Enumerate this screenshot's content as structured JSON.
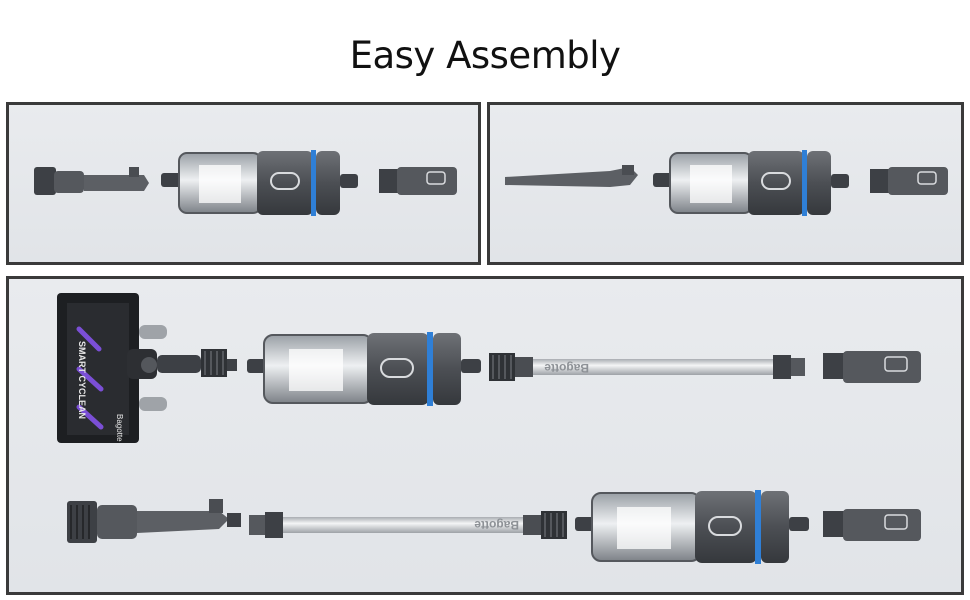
{
  "title": "Easy Assembly",
  "panels": [
    {
      "label": "handheld-with-mini-brush"
    },
    {
      "label": "handheld-with-crevice-tool"
    },
    {
      "label": "stick-with-floor-head-and-tube"
    }
  ],
  "brand": {
    "floor_head_brand": "Bagotte",
    "floor_head_model": "SMART CYCLEAN",
    "tube_brand": "Bagotte"
  },
  "colors": {
    "body_gray": "#55585d",
    "dark_gray": "#3d4045",
    "accent_blue": "#2f7fd6",
    "accent_purple": "#7b4fd6",
    "tube_silver": "#c9ccd0"
  }
}
